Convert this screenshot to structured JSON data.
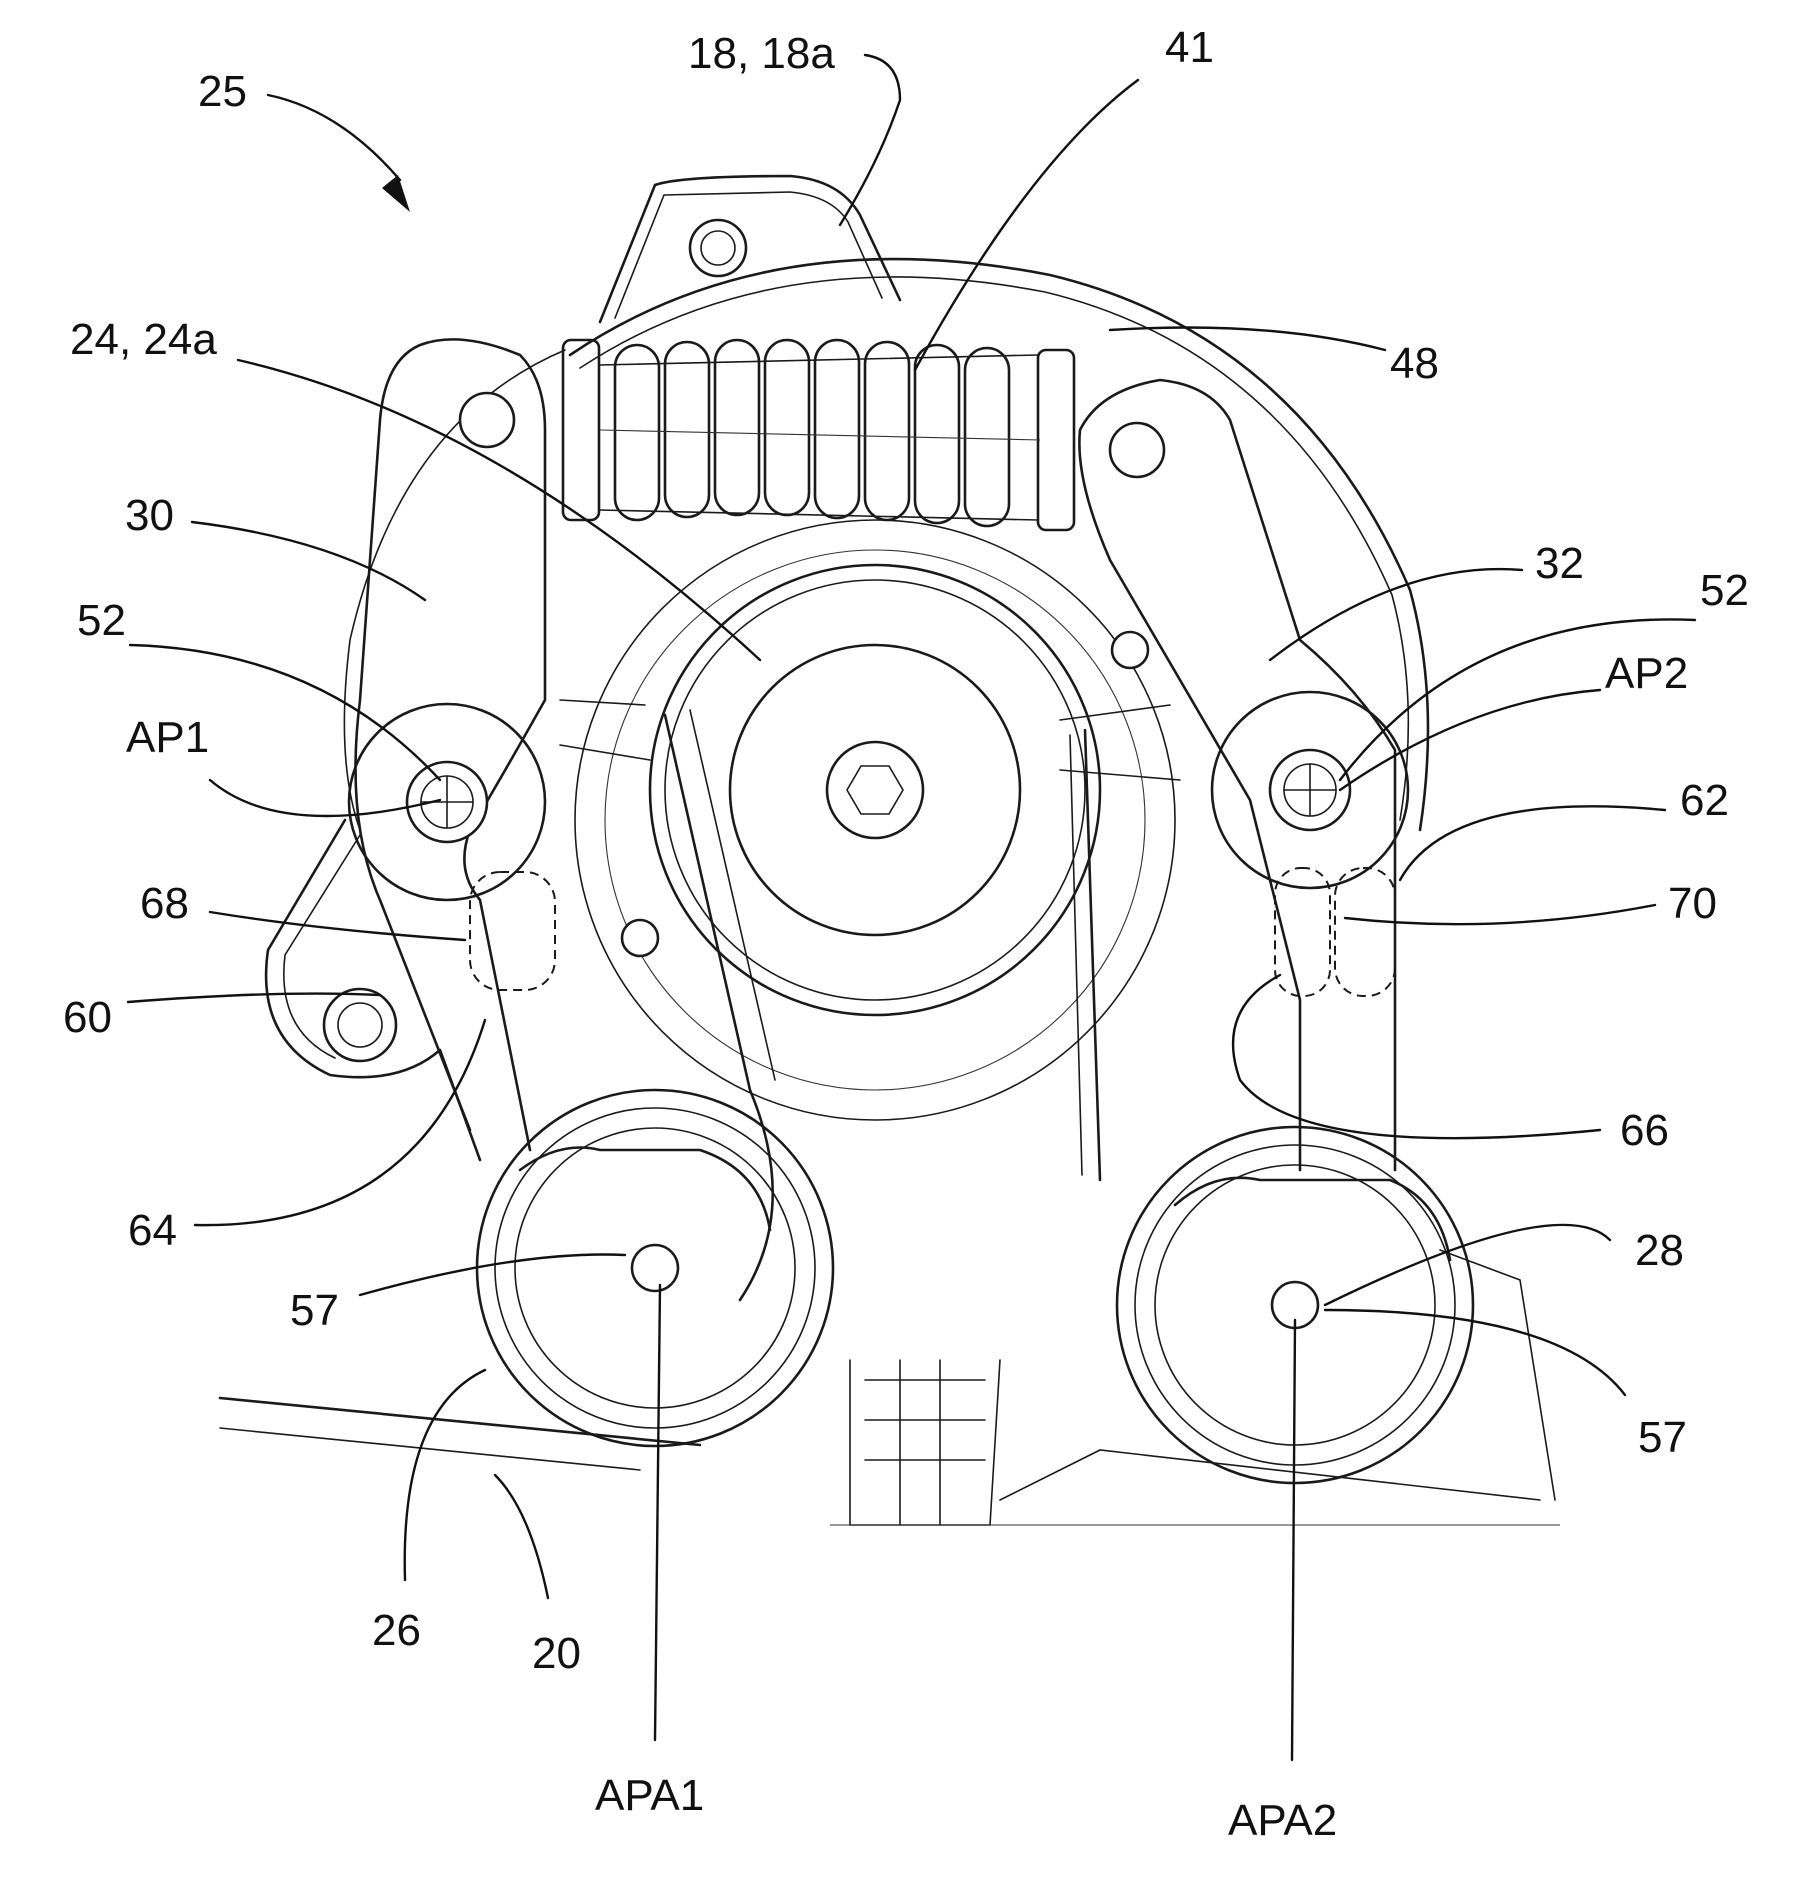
{
  "figure": {
    "labels": {
      "assembly": "25",
      "housing": "18, 18a",
      "spring": "41",
      "pulley": "24, 24a",
      "cover": "48",
      "arm_left": "30",
      "arm_right": "32",
      "pin_left": "52",
      "pin_right": "52",
      "pivot_left": "AP1",
      "pivot_right": "AP2",
      "stop_right": "62",
      "slot_left": "68",
      "slot_right": "70",
      "stop_left": "60",
      "edge_right": "66",
      "edge_left": "64",
      "axle_left": "57",
      "axle_right": "57",
      "idler_right": "28",
      "idler_left": "26",
      "belt": "20",
      "axis_left": "APA1",
      "axis_right": "APA2"
    }
  }
}
